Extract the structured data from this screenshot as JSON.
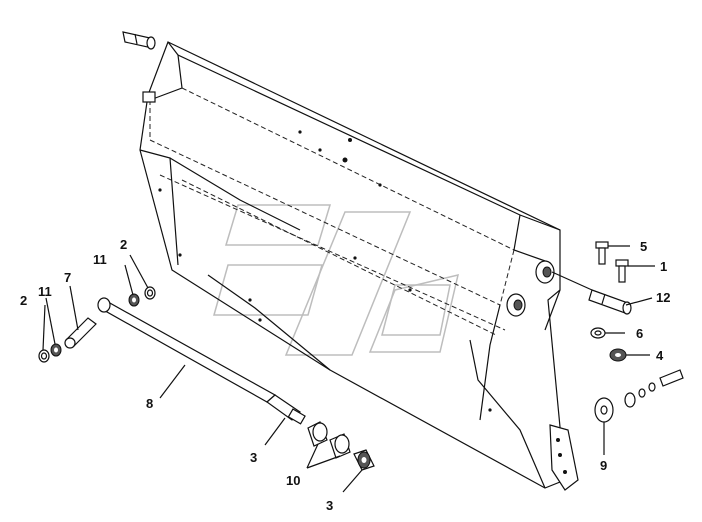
{
  "labels": {
    "l1": "1",
    "l2a": "2",
    "l2b": "2",
    "l3a": "3",
    "l3b": "3",
    "l4": "4",
    "l5": "5",
    "l6": "6",
    "l7": "7",
    "l8": "8",
    "l9": "9",
    "l10": "10",
    "l11a": "11",
    "l11b": "11",
    "l12": "12"
  }
}
